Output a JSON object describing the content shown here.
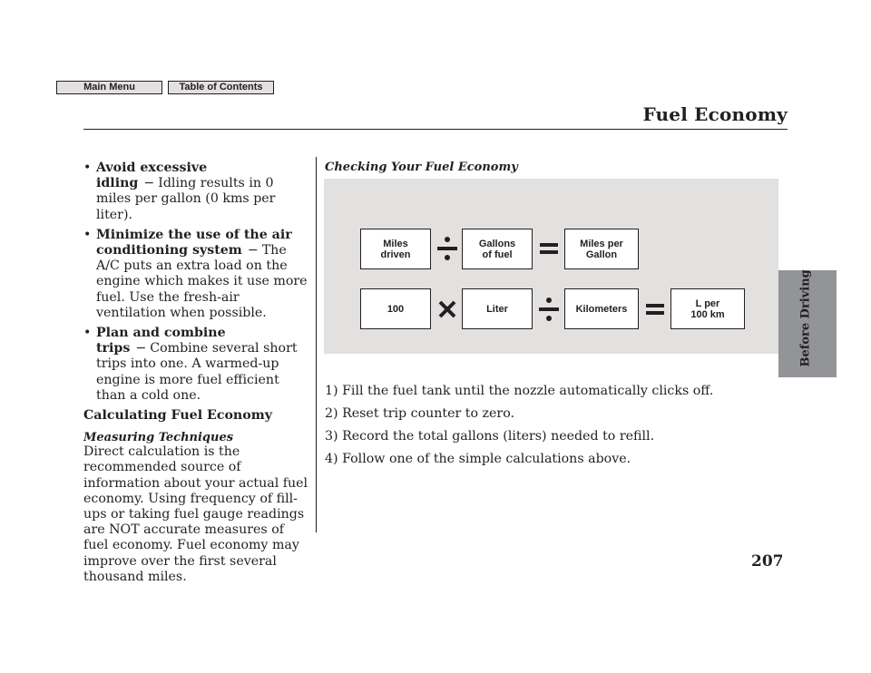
{
  "nav": {
    "main_menu": "Main Menu",
    "table_of_contents": "Table of Contents"
  },
  "page": {
    "title": "Fuel Economy",
    "section_tab": "Before Driving",
    "number": "207"
  },
  "left": {
    "bullets": [
      {
        "bold": "Avoid excessive idling",
        "text": "Idling results in 0 miles per gallon (0 kms per liter)."
      },
      {
        "bold": "Minimize the use of the air conditioning system",
        "text": "The A/C puts an extra load on the engine which makes it use more fuel. Use the fresh-air ventilation when possible."
      },
      {
        "bold": "Plan and combine trips",
        "text": "Combine several short trips into one. A warmed-up engine is more fuel efficient than a cold one."
      }
    ],
    "bullet_symbol": "•",
    "dash": "−",
    "section_heading": "Calculating Fuel Economy",
    "sub_heading": "Measuring Techniques",
    "paragraph": "Direct calculation is the recommended source of information about your actual fuel economy. Using frequency of fill-ups or taking fuel gauge readings are NOT accurate measures of fuel economy. Fuel economy may improve over the first several thousand miles."
  },
  "right": {
    "heading": "Checking Your Fuel Economy",
    "diagram": {
      "row1": [
        "Miles\ndriven",
        "Gallons\nof fuel",
        "Miles per\nGallon"
      ],
      "row2": [
        "100",
        "Liter",
        "Kilometers",
        "L per\n100 km"
      ]
    },
    "steps": [
      "1) Fill the fuel tank until the nozzle automatically clicks off.",
      "2) Reset trip counter to zero.",
      "3) Record the total gallons (liters) needed to refill.",
      "4) Follow one of the simple calculations above."
    ]
  }
}
